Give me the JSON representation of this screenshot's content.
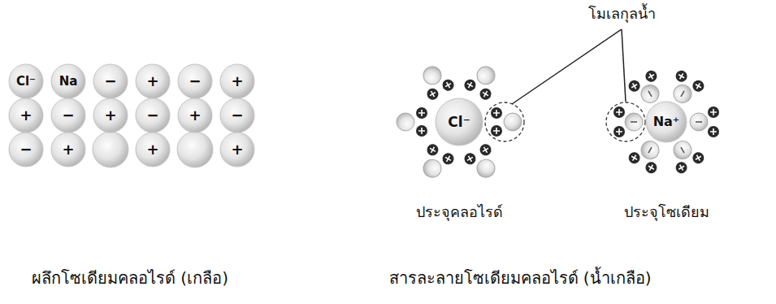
{
  "diagram": {
    "nodes": [
      {
        "text": [
          "Cl⁻"
        ]
      },
      {
        "text": [
          "Na"
        ]
      },
      {
        "text": [
          "−"
        ]
      },
      {
        "text": [
          "+"
        ]
      },
      {
        "text": [
          "−"
        ]
      },
      {
        "text": [
          "+"
        ]
      },
      {
        "text": [
          "+"
        ]
      },
      {
        "text": [
          "−"
        ]
      },
      {
        "text": [
          "+"
        ]
      },
      {
        "text": [
          "−"
        ]
      },
      {
        "text": [
          "+"
        ]
      },
      {
        "text": [
          "−"
        ]
      },
      {
        "text": [
          "−"
        ]
      },
      {
        "text": [
          "+"
        ]
      },
      {
        "text": [
          "+"
        ]
      },
      {
        "text": [
          "+"
        ]
      },
      {
        "text": [
          "Cl⁻"
        ]
      },
      {
        "text": [
          "Na⁺"
        ]
      }
    ],
    "labels": [
      "โมเลกุลน้ำ",
      "ประจุคลอไรด์",
      "ประจุโซเดียม",
      "ผลึกโซเดียมคลอไรด์ (เกลือ)",
      "สารละลายโซเดียมคลอไรด์ (น้ำเกลือ)"
    ]
  }
}
